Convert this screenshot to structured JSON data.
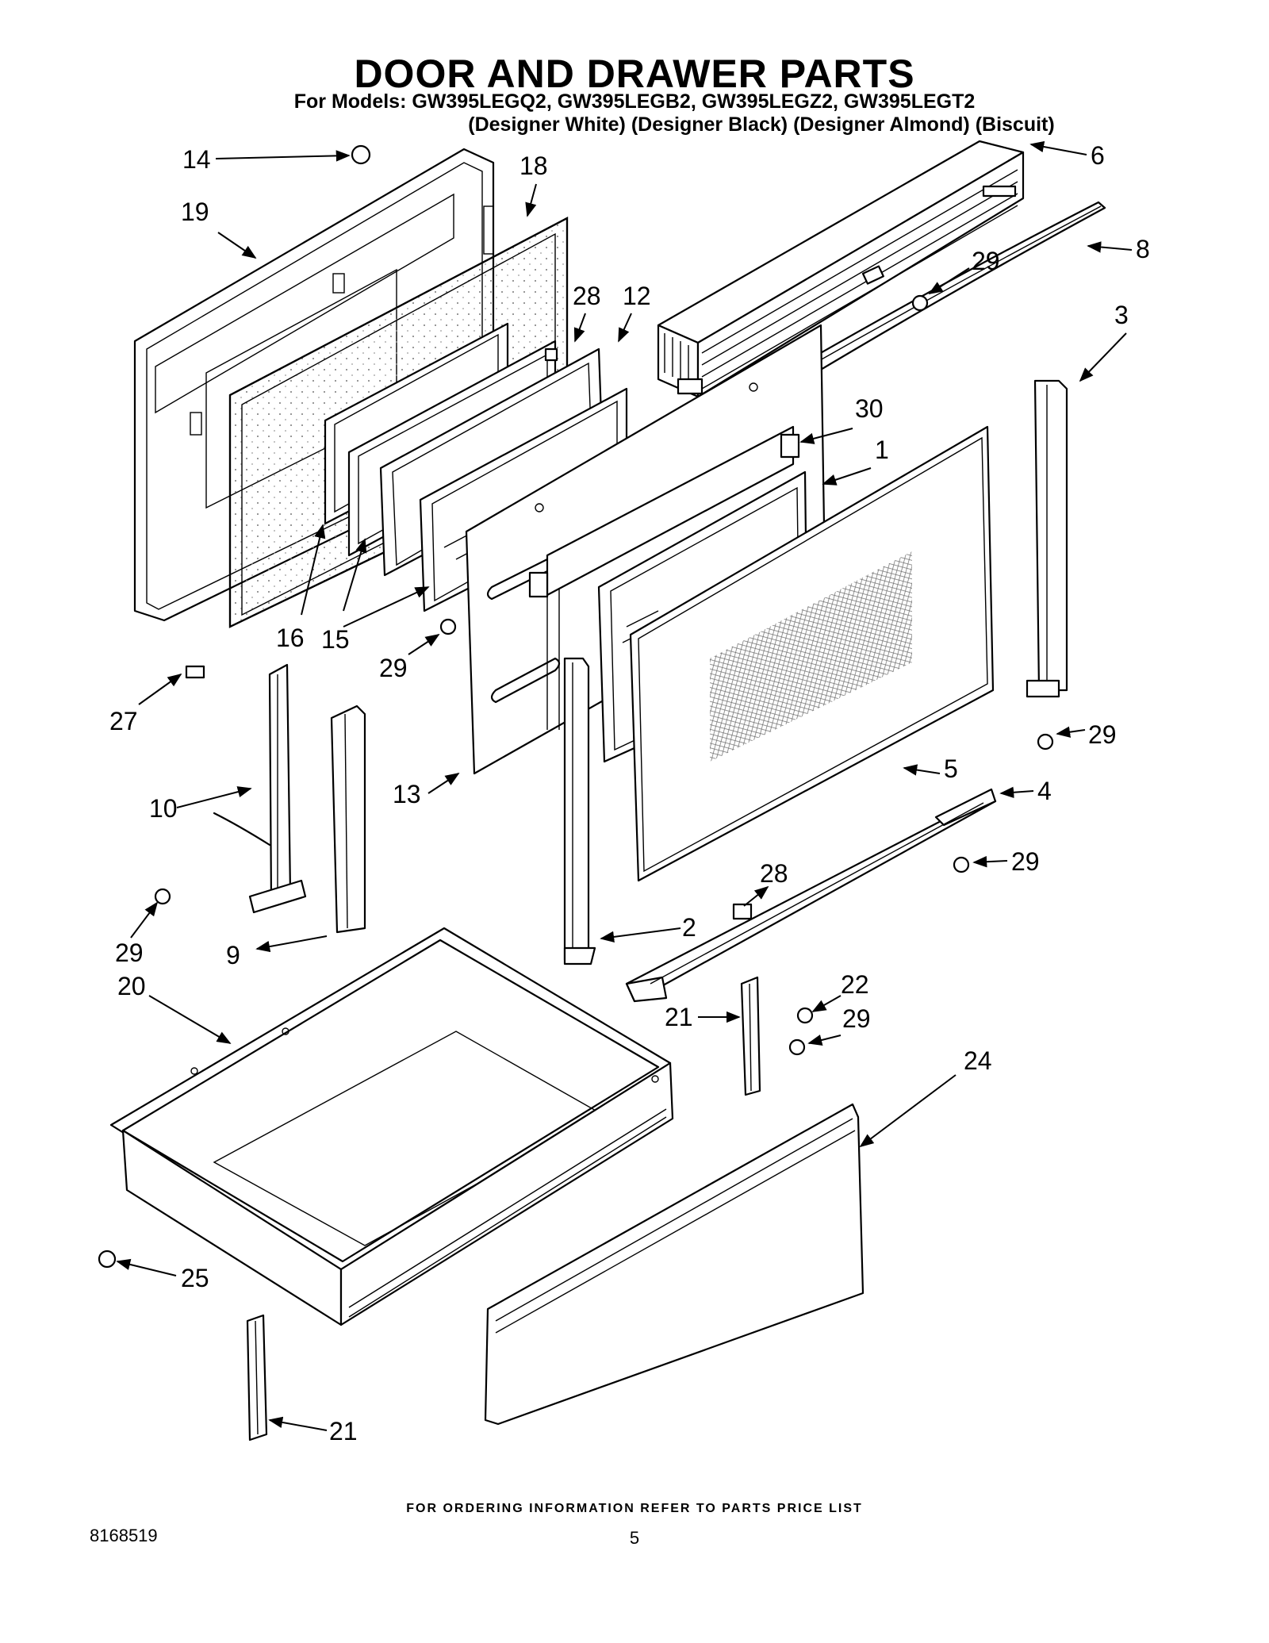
{
  "header": {
    "title": "DOOR AND DRAWER PARTS",
    "models": "For Models: GW395LEGQ2, GW395LEGB2, GW395LEGZ2, GW395LEGT2",
    "finishes": "(Designer White) (Designer Black) (Designer Almond) (Biscuit)"
  },
  "callouts": [
    "14",
    "18",
    "19",
    "6",
    "8",
    "29",
    "28",
    "12",
    "3",
    "30",
    "1",
    "27",
    "16",
    "15",
    "29",
    "10",
    "13",
    "29",
    "5",
    "4",
    "29",
    "28",
    "29",
    "2",
    "9",
    "20",
    "22",
    "21",
    "29",
    "24",
    "25",
    "21"
  ],
  "footer": {
    "note": "FOR ORDERING INFORMATION REFER TO PARTS PRICE LIST",
    "doc_number": "8168519",
    "page_number": "5"
  }
}
